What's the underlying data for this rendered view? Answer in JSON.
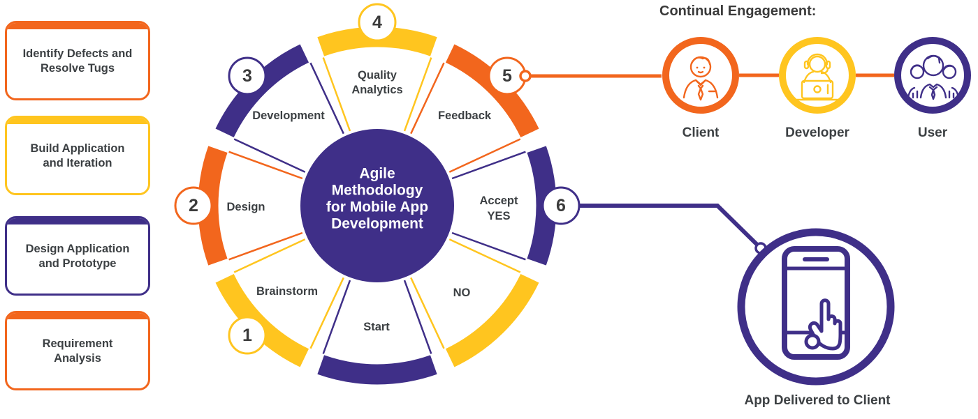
{
  "colors": {
    "orange": "#F2661D",
    "yellow": "#FFC51F",
    "purple": "#3F2F88",
    "text_dark": "#3C4043",
    "white": "#FFFFFF"
  },
  "left_cards": [
    {
      "line1": "Identify Defects and",
      "line2": "Resolve Tugs",
      "color": "orange"
    },
    {
      "line1": "Build Application",
      "line2": "and Iteration",
      "color": "yellow"
    },
    {
      "line1": "Design Application",
      "line2": "and Prototype",
      "color": "purple"
    },
    {
      "line1": "Requirement",
      "line2": "Analysis",
      "color": "orange"
    }
  ],
  "wheel": {
    "center_title": {
      "line1": "Agile",
      "line2": "Methodology",
      "line3": "for Mobile App",
      "line4": "Development"
    },
    "steps": [
      {
        "number": "1",
        "label": "Brainstorm",
        "color": "yellow"
      },
      {
        "number": "2",
        "label": "Design",
        "color": "orange"
      },
      {
        "number": "3",
        "label": "Development",
        "color": "purple"
      },
      {
        "number": "4",
        "label": "Quality Analytics",
        "label_line1": "Quality",
        "label_line2": "Analytics",
        "color": "yellow"
      },
      {
        "number": "5",
        "label": "Feedback",
        "color": "orange"
      },
      {
        "number": "6",
        "label": "Accept YES",
        "label_line1": "Accept",
        "label_line2": "YES",
        "color": "purple"
      }
    ],
    "extra_labels": {
      "no": "NO",
      "start": "Start"
    }
  },
  "engagement": {
    "heading": "Continual Engagement:",
    "items": [
      {
        "label": "Client",
        "icon": "client-person-icon",
        "color": "orange"
      },
      {
        "label": "Developer",
        "icon": "developer-headset-icon",
        "color": "yellow"
      },
      {
        "label": "User",
        "icon": "user-group-icon",
        "color": "purple"
      }
    ]
  },
  "delivery": {
    "label": "App Delivered to Client",
    "icon": "phone-tap-icon",
    "color": "purple"
  }
}
